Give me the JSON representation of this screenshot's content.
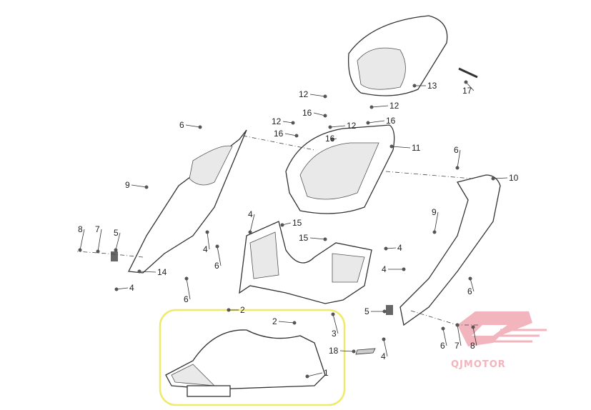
{
  "callouts": [
    "13",
    "17",
    "12",
    "12",
    "16",
    "16",
    "12",
    "12",
    "16",
    "16",
    "6",
    "11",
    "6",
    "10",
    "9",
    "9",
    "4",
    "15",
    "15",
    "8",
    "7",
    "5",
    "4",
    "6",
    "4",
    "4",
    "14",
    "4",
    "6",
    "6",
    "5",
    "2",
    "2",
    "3",
    "18",
    "4",
    "6",
    "7",
    "8",
    "1"
  ],
  "logo": {
    "text": "QJMOTOR",
    "color": "#f2b5bd"
  },
  "highlight_color": "#f0ea6a"
}
